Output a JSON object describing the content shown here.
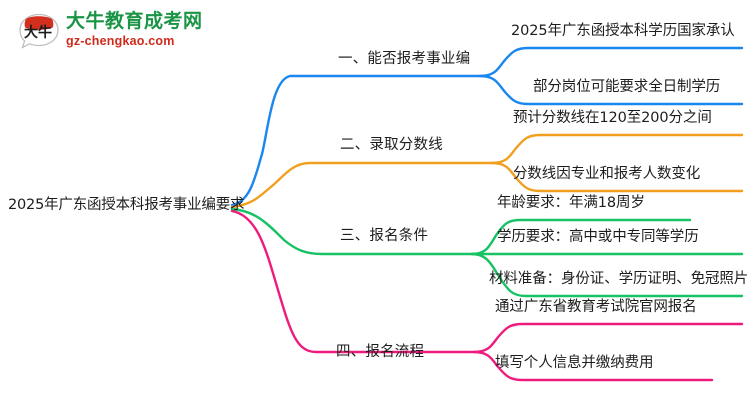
{
  "logo": {
    "mark_text": "大牛",
    "name_cn": "大牛教育成考网",
    "name_en": "gz-chengkao.com",
    "colors": {
      "mark": "#d32f1e",
      "name_cn": "#1a9445",
      "name_en": "#cf2a1b"
    }
  },
  "mindmap": {
    "root": {
      "label": "2025年广东函授本科报考事业编要求"
    },
    "branches": [
      {
        "label": "一、能否报考事业编",
        "color": "#1a86f0",
        "children": [
          {
            "label": "2025年广东函授本科学历国家承认"
          },
          {
            "label": "部分岗位可能要求全日制学历"
          }
        ]
      },
      {
        "label": "二、录取分数线",
        "color": "#f0a01e",
        "children": [
          {
            "label": "预计分数线在120至200分之间"
          },
          {
            "label": "分数线因专业和报考人数变化"
          }
        ]
      },
      {
        "label": "三、报名条件",
        "color": "#17c264",
        "children": [
          {
            "label": "年龄要求：年满18周岁"
          },
          {
            "label": "学历要求：高中或中专同等学历"
          },
          {
            "label": "材料准备：身份证、学历证明、免冠照片"
          }
        ]
      },
      {
        "label": "四、报名流程",
        "color": "#ee1a7c",
        "children": [
          {
            "label": "通过广东省教育考试院官网报名"
          },
          {
            "label": "填写个人信息并缴纳费用"
          }
        ]
      }
    ]
  }
}
